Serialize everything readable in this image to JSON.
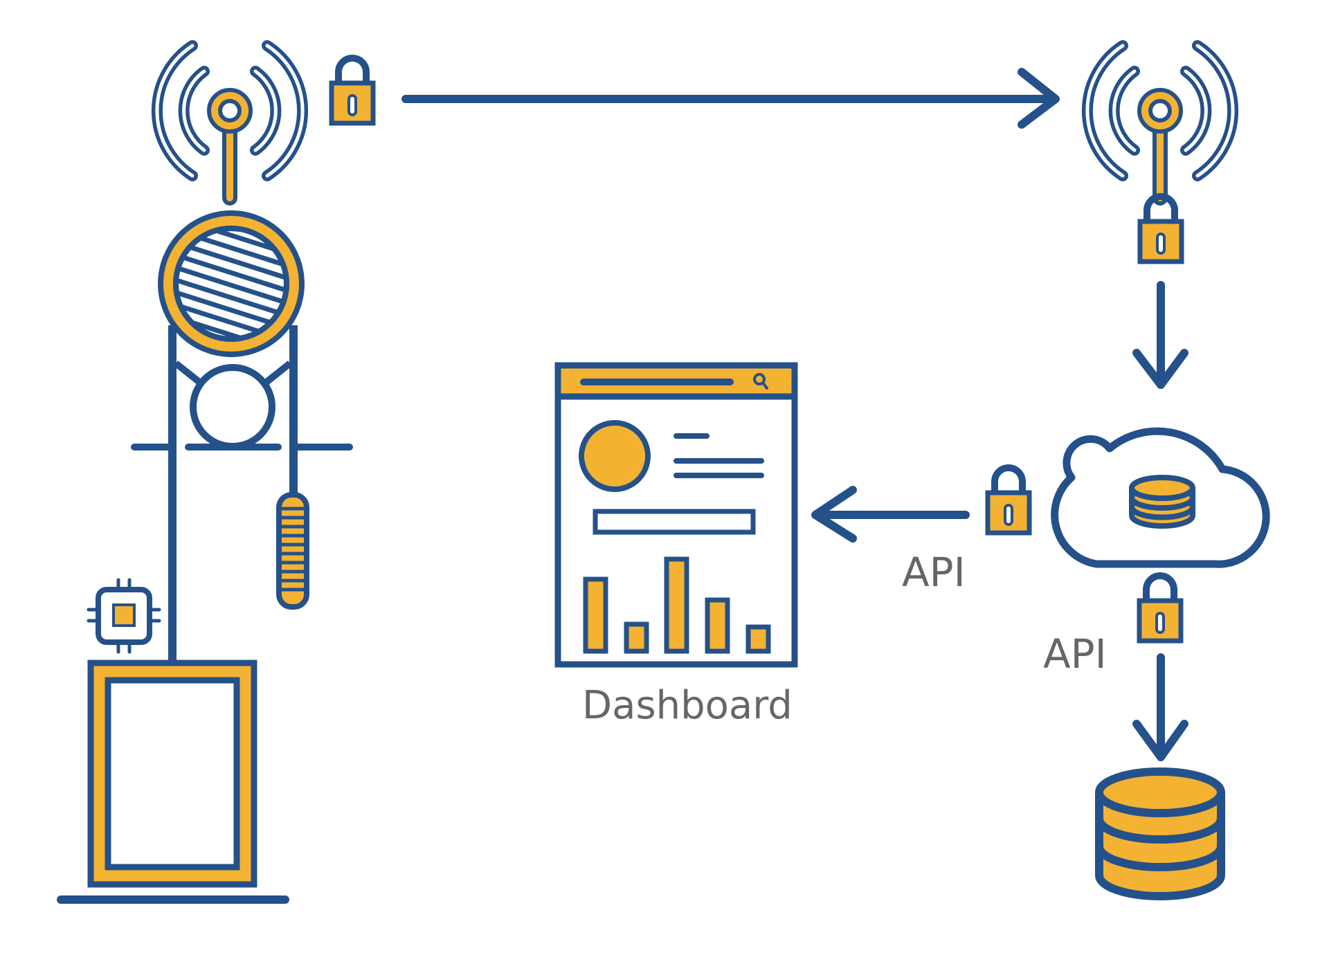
{
  "labels": {
    "dashboard": "Dashboard",
    "api_dashboard": "API",
    "api_storage": "API"
  },
  "colors": {
    "navy": "#25518a",
    "gold": "#f4b233",
    "white": "#ffffff",
    "text": "#666666"
  },
  "icons": [
    "elevator-icon",
    "microchip-icon",
    "antenna-icon",
    "padlock-icon",
    "cloud-database-icon",
    "dashboard-window-icon",
    "search-icon",
    "database-icon",
    "arrow-icon"
  ]
}
